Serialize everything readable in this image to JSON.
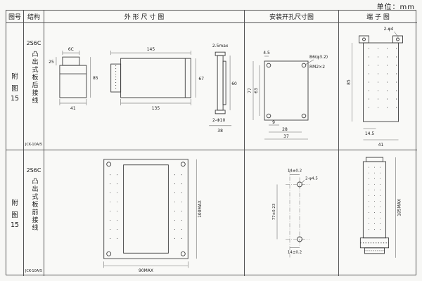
{
  "unit_label": "单位：mm",
  "header": {
    "fig_no": "图号",
    "structure": "结构",
    "outline": "外 形 尺 寸 图",
    "mounting": "安装开孔尺寸图",
    "terminal": "端 子 图"
  },
  "rows": [
    {
      "fig_word1": "附",
      "fig_word2": "图",
      "fig_num": "15",
      "model": "2S6C",
      "structure_text": "凸出式板后接线",
      "sub_model": "JCK-10A/5",
      "outline": {
        "tab_width": "6C",
        "front_depth": "25",
        "height": "85",
        "base_width": "41",
        "total_length": "145",
        "body_length": "135",
        "body_height": "67",
        "panel_thickness": "2.5max",
        "panel_height": "60",
        "stud_holes": "2-Φ10",
        "stud_span": "38"
      },
      "mounting": {
        "corner_offset": "4.5",
        "hole_label": "B6(φ3.2)",
        "thread_label": "RM2×2",
        "outer_height": "77",
        "hole_height": "63",
        "dim_small": "9",
        "dim_mid": "28",
        "dim_wide": "37"
      },
      "terminal": {
        "hole_label": "2-φ4",
        "height": "85",
        "pitch": "14.5",
        "width": "41"
      }
    },
    {
      "fig_word1": "附",
      "fig_word2": "图",
      "fig_num": "15",
      "model": "2S6C",
      "structure_text": "凸出式板前接线",
      "sub_model": "JCK-10A/5",
      "outline": {
        "height": "100MAX",
        "width": "90MAX"
      },
      "mounting": {
        "top_offset": "14±0.2",
        "hole_label": "2-φ4.5",
        "hole_height": "77±0.23",
        "bottom_offset": "14±0.2"
      },
      "terminal": {
        "height": "185MAX"
      }
    }
  ]
}
